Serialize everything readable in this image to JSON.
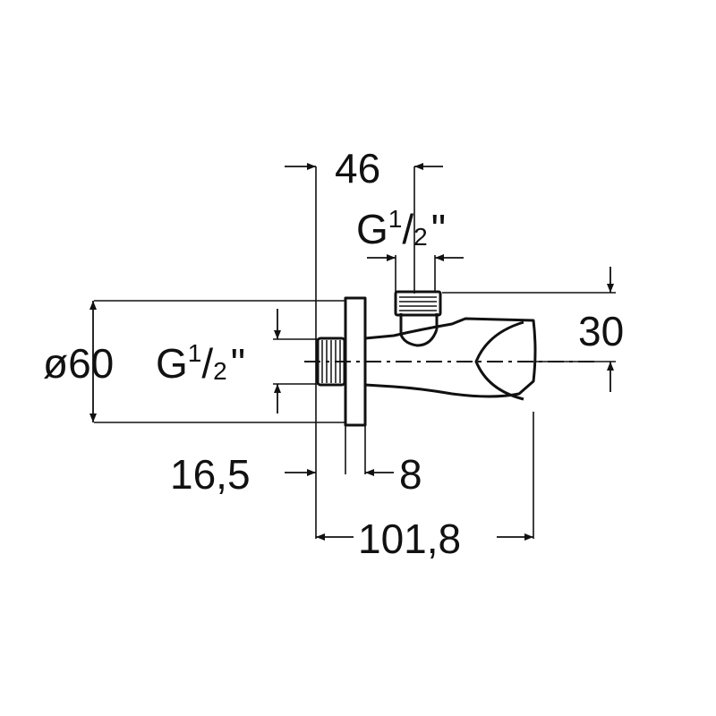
{
  "colors": {
    "line": "#111111",
    "background": "#ffffff"
  },
  "dimensions": {
    "top_width": "46",
    "top_thread": {
      "prefix": "G",
      "num": "1",
      "slash": "/",
      "den": "2",
      "suffix": "\""
    },
    "side_height": "30",
    "flange_label": "ø60",
    "flange_thread": {
      "prefix": "G",
      "num": "1",
      "slash": "/",
      "den": "2",
      "suffix": "\""
    },
    "inlet_length": "16,5",
    "flange_thickness": "8",
    "overall_length": "101,8"
  }
}
